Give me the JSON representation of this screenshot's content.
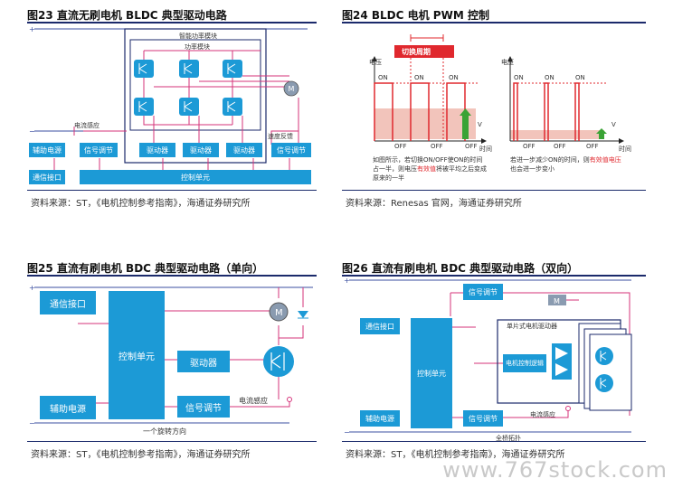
{
  "fig23": {
    "title": "图23 直流无刷电机 BLDC 典型驱动电路",
    "smart_power_module": "智能功率模块",
    "power_module": "功率模块",
    "current_sense": "电流感应",
    "speed_feedback": "速度反馈",
    "aux_power": "辅助电源",
    "signal_cond_1": "信号调节",
    "driver_1": "驱动器",
    "driver_2": "驱动器",
    "driver_3": "驱动器",
    "signal_cond_2": "信号调节",
    "comm_interface": "通信接口",
    "control_unit": "控制单元",
    "motor": "M",
    "plus": "+",
    "minus": "−",
    "source": "资料来源：ST，《电机控制参考指南》，海通证券研究所"
  },
  "fig24": {
    "title": "图24 BLDC 电机 PWM 控制",
    "switch_period": "切换周期",
    "voltage": "电压",
    "time": "时间",
    "v": "V",
    "on": "ON",
    "off": "OFF",
    "desc1_a": "如图所示，若切换ON/OFF使ON的时间",
    "desc1_b": "占一半，则电压",
    "desc1_hl": "有效值",
    "desc1_c": "将被平均之后变成",
    "desc1_d": "原来的一半",
    "desc2_a": "若进一步减少ON的时间，则",
    "desc2_hl": "有效值电压",
    "desc2_b": "也会进一步变小",
    "source": "资料来源：Renesas 官网，海通证券研究所",
    "colors": {
      "red": "#e0282e",
      "fill": "#f2c4bb",
      "green": "#3aa335"
    }
  },
  "fig25": {
    "title": "图25 直流有刷电机 BDC 典型驱动电路（单向）",
    "comm_interface": "通信接口",
    "control_unit": "控制单元",
    "driver": "驱动器",
    "signal_cond": "信号调节",
    "aux_power": "辅助电源",
    "current_sense": "电流感应",
    "rotation": "一个旋转方向",
    "motor": "M",
    "plus": "+",
    "minus": "−",
    "source": "资料来源：ST，《电机控制参考指南》，海通证券研究所"
  },
  "fig26": {
    "title": "图26 直流有刷电机 BDC 典型驱动电路（双向）",
    "signal_cond_top": "信号调节",
    "comm_interface": "通信接口",
    "control_unit": "控制单元",
    "single_chip": "单片式电机驱动器",
    "motor_logic": "电机控制逻辑",
    "aux_power": "辅助电源",
    "signal_cond_bottom": "信号调节",
    "current_sense": "电流感应",
    "full_bridge": "全桥拓扑",
    "motor": "M",
    "plus": "+",
    "minus": "−",
    "source": "资料来源：ST，《电机控制参考指南》，海通证券研究所"
  },
  "watermark": "www.767stock.com"
}
